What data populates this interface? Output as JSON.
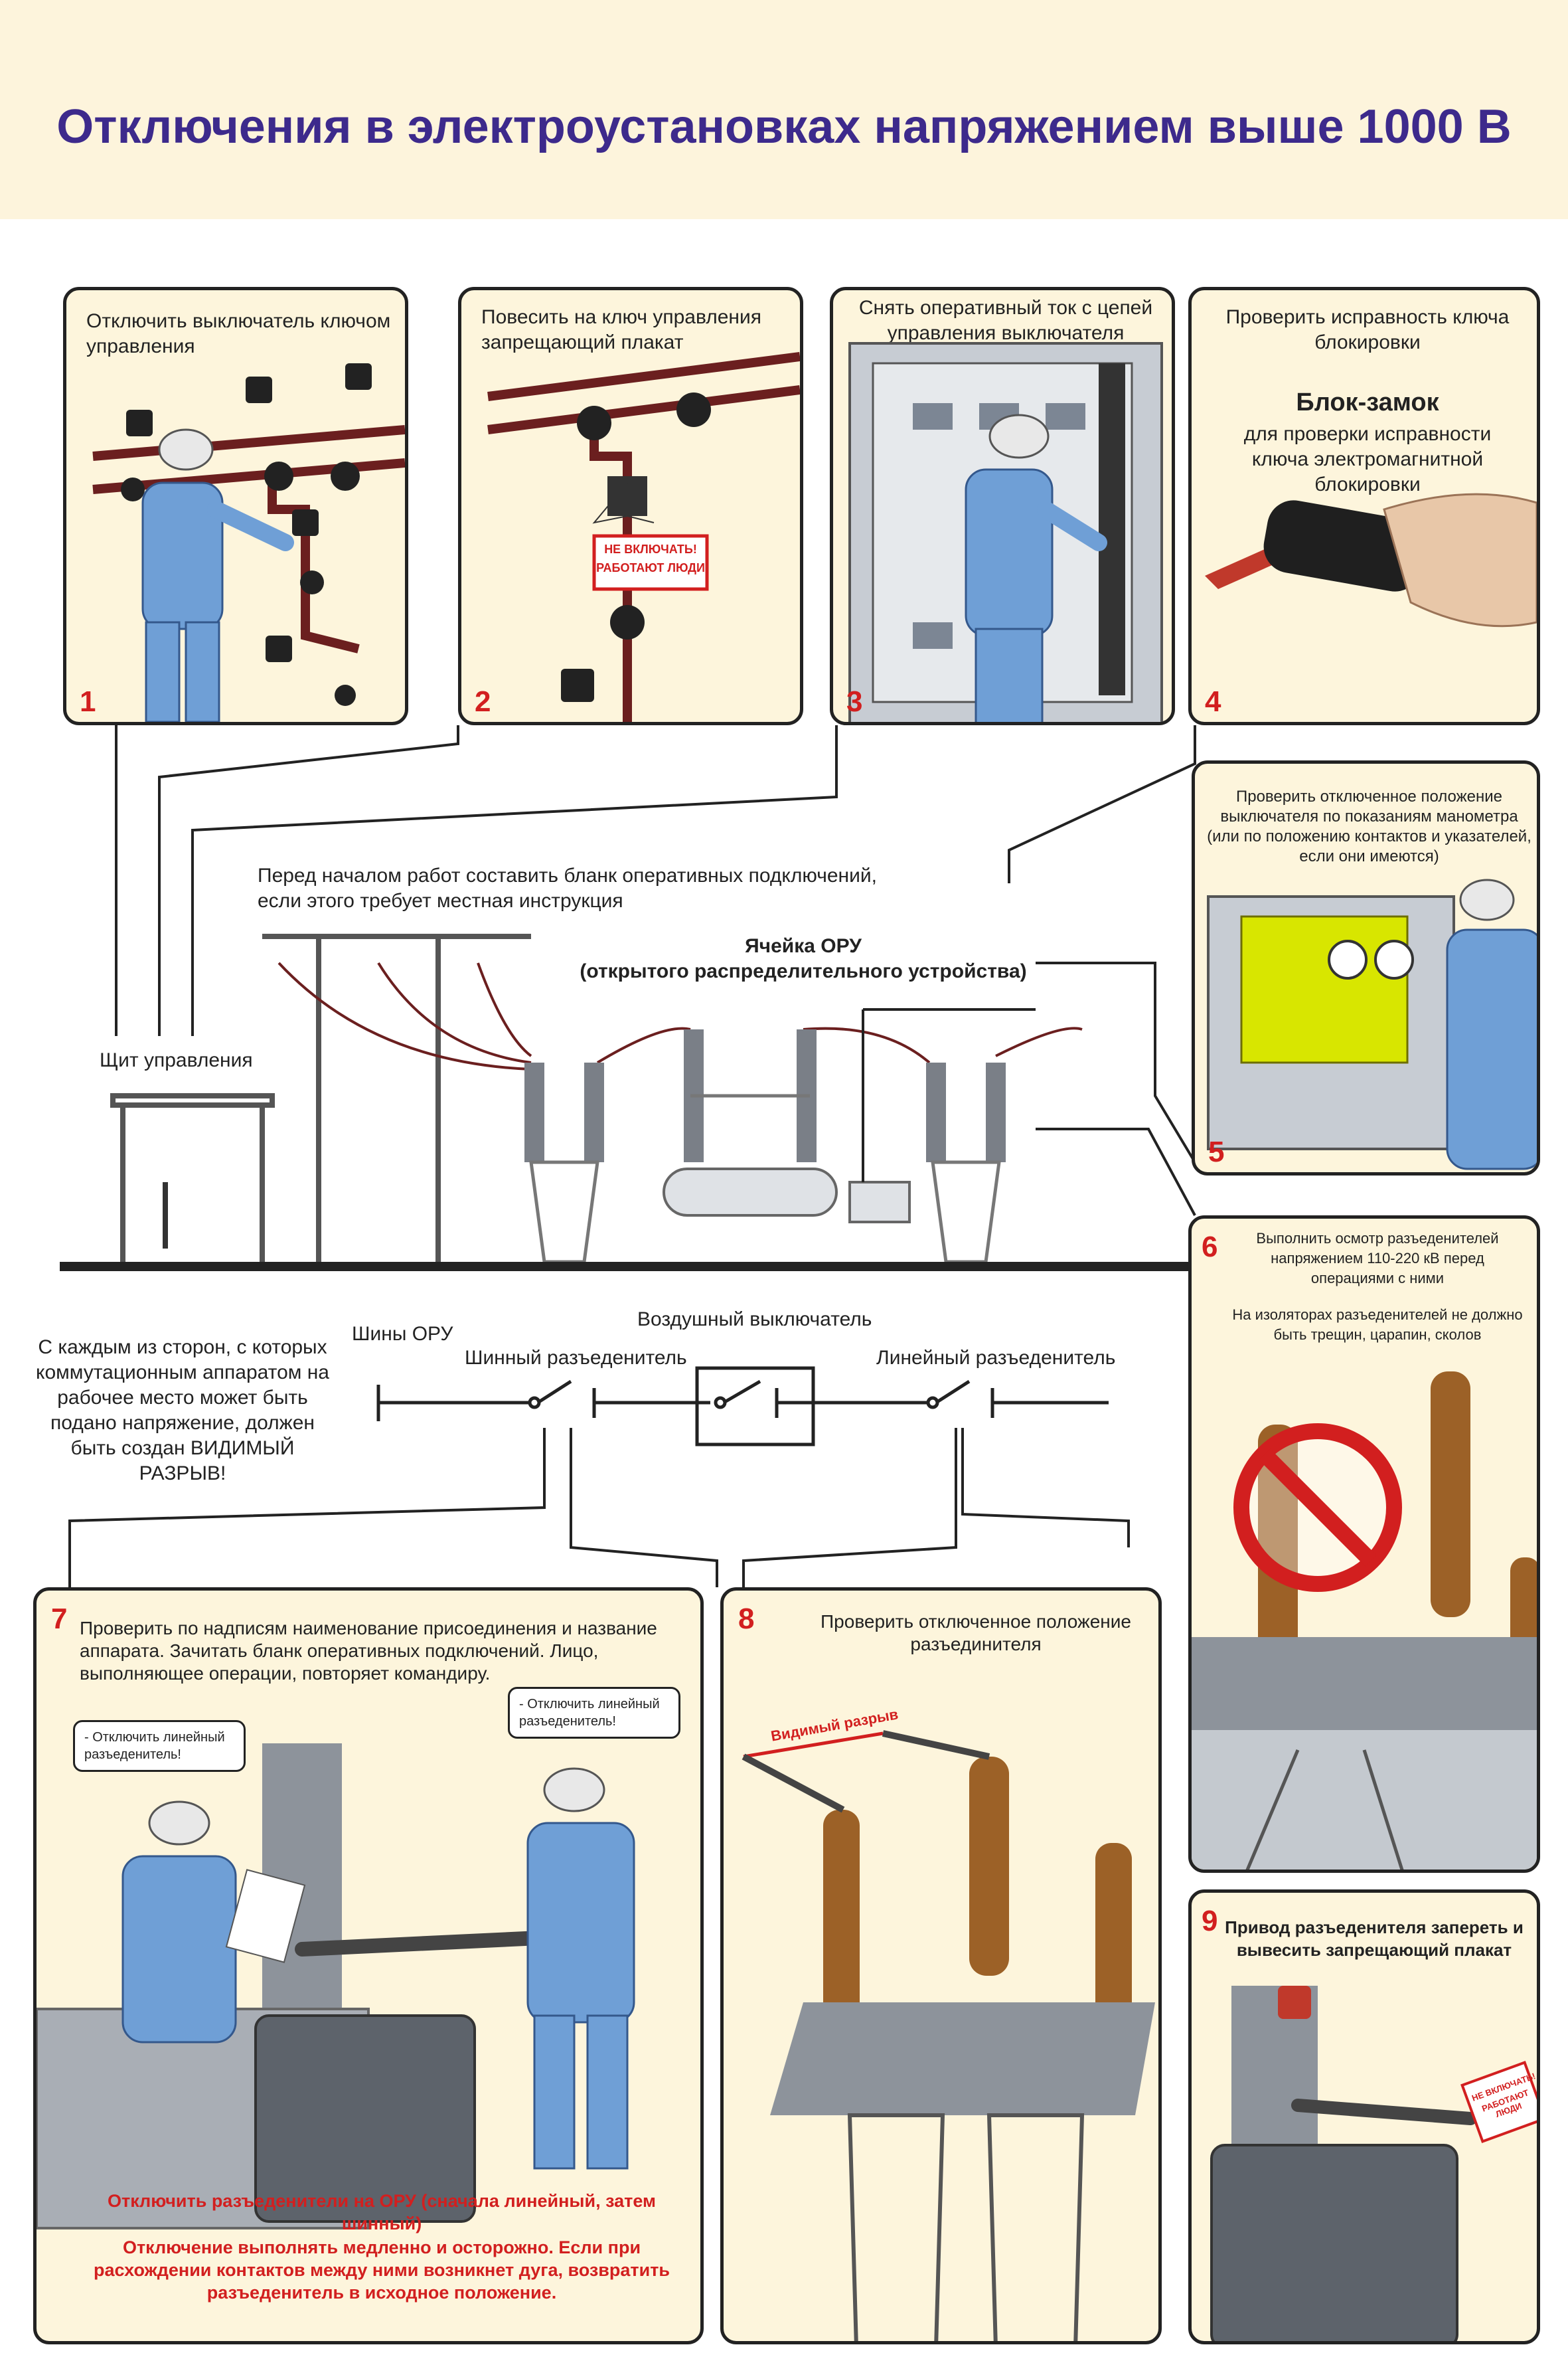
{
  "title": "Отключения в электроустановках напряжением выше 1000 В",
  "panels": {
    "p1": {
      "num": "1",
      "text": "Отключить выключатель ключом управления"
    },
    "p2": {
      "num": "2",
      "text": "Повесить на ключ управления запрещающий плакат",
      "sign_line1": "НЕ ВКЛЮЧАТЬ!",
      "sign_line2": "РАБОТАЮТ ЛЮДИ"
    },
    "p3": {
      "num": "3",
      "text": "Снять оперативный ток с цепей управления выключателя"
    },
    "p4": {
      "num": "4",
      "text": "Проверить исправность ключа блокировки",
      "heading": "Блок-замок",
      "caption": "для проверки исправности ключа электромагнитной блокировки"
    },
    "p5": {
      "num": "5",
      "text": "Проверить отключенное положение выключателя по показаниям манометра (или по положению контактов и указателей, если они имеются)"
    },
    "p6": {
      "num": "6",
      "text1": "Выполнить осмотр разъеденителей напряжением 110-220 кВ перед операциями с ними",
      "text2": "На изоляторах разъеденителей не должно быть трещин, царапин, сколов"
    },
    "p7": {
      "num": "7",
      "text": "Проверить по надписям наименование присоединения и название аппарата. Зачитать бланк оперативных подключений. Лицо, выполняющее операции, повторяет командиру.",
      "bubble_left": "- Отключить линейный разъеденитель!",
      "bubble_right": "- Отключить линейный разъеденитель!",
      "warn1": "Отключить разъеденители на ОРУ (сначала линейный, затем шинный)",
      "warn2": "Отключение выполнять медленно и осторожно. Если при расхождении контактов между ними возникнет дуга, возвратить разъеденитель в исходное положение."
    },
    "p8": {
      "num": "8",
      "text": "Проверить отключенное положение разъединителя",
      "gap_label": "Видимый разрыв"
    },
    "p9": {
      "num": "9",
      "text": "Привод разъеденителя запереть и вывесить запрещающий плакат",
      "sign_line1": "НЕ ВКЛЮЧАТЬ!",
      "sign_line2": "РАБОТАЮТ ЛЮДИ"
    }
  },
  "center": {
    "intro": "Перед началом работ составить бланк оперативных подключений, если этого требует местная инструкция",
    "cell_title": "Ячейка ОРУ",
    "cell_subtitle": "(открытого распределительного устройства)",
    "panel_label": "Щит управления",
    "bus_label": "Шины ОРУ",
    "breaker_label": "Воздушный выключатель",
    "bus_disconnector": "Шинный разъеденитель",
    "line_disconnector": "Линейный разъеденитель",
    "gap_note": "С каждым из сторон, с которых коммутационным аппаратом на рабочее место может быть подано напряжение, должен быть создан ВИДИМЫЙ РАЗРЫВ!"
  },
  "colors": {
    "title": "#3d2a8c",
    "accent_red": "#d21f1f",
    "panel_bg": "#fdf5dc",
    "worker_blue": "#6f9fd6"
  }
}
